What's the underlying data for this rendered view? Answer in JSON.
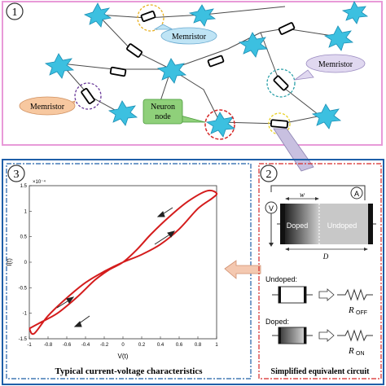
{
  "panel1": {
    "number": "1",
    "labels": {
      "memristor_top": "Memristor",
      "memristor_right": "Memristor",
      "memristor_left": "Memristor",
      "neuron_line1": "Neuron",
      "neuron_line2": "node"
    }
  },
  "panel2": {
    "number": "2",
    "caption": "Simplified equivalent circuit",
    "voltmeter": "V",
    "ammeter": "A",
    "width_label": "w",
    "length_label": "D",
    "doped_label": "Doped",
    "undoped_label": "Undoped",
    "undoped_row": "Undoped:",
    "doped_row": "Doped:",
    "r_off": "R",
    "r_off_sub": "OFF",
    "r_on": "R",
    "r_on_sub": "ON"
  },
  "panel3": {
    "number": "3",
    "caption": "Typical current-voltage characteristics",
    "scale_label": "×10⁻⁴",
    "xlabel": "V(t)",
    "ylabel": "I(t)",
    "xticks": [
      "-1",
      "-0.8",
      "-0.6",
      "-0.4",
      "-0.2",
      "0",
      "0.2",
      "0.4",
      "0.6",
      "0.8",
      "1"
    ],
    "yticks": [
      "1.5",
      "1",
      "0.5",
      "0",
      "-0.5",
      "-1",
      "-1.5"
    ]
  },
  "chart_data": {
    "type": "line",
    "xlabel": "V(t)",
    "ylabel": "I(t)",
    "xlim": [
      -1,
      1
    ],
    "ylim": [
      -1.5,
      1.5
    ],
    "series": [
      {
        "x": [
          -1.0,
          -0.9,
          -0.7,
          -0.5,
          -0.3,
          -0.15,
          0.0,
          0.15,
          0.3,
          0.5,
          0.7,
          0.9,
          1.0,
          0.95,
          0.8,
          0.6,
          0.4,
          0.2,
          0.0,
          -0.2,
          -0.4,
          -0.6,
          -0.8,
          -0.95,
          -1.0
        ],
        "y": [
          -1.3,
          -1.2,
          -1.0,
          -0.7,
          -0.35,
          -0.15,
          0.0,
          0.25,
          0.55,
          0.9,
          1.2,
          1.4,
          1.35,
          1.25,
          1.05,
          0.65,
          0.35,
          0.15,
          0.0,
          -0.18,
          -0.4,
          -0.7,
          -1.05,
          -1.4,
          -1.3
        ]
      }
    ]
  },
  "colors": {
    "pink_frame": "#e89ad8",
    "blue_frame": "#1f5fa8",
    "red_dash": "#d62828",
    "curve": "#d41c1c",
    "neuron": "#3cc0e0"
  }
}
